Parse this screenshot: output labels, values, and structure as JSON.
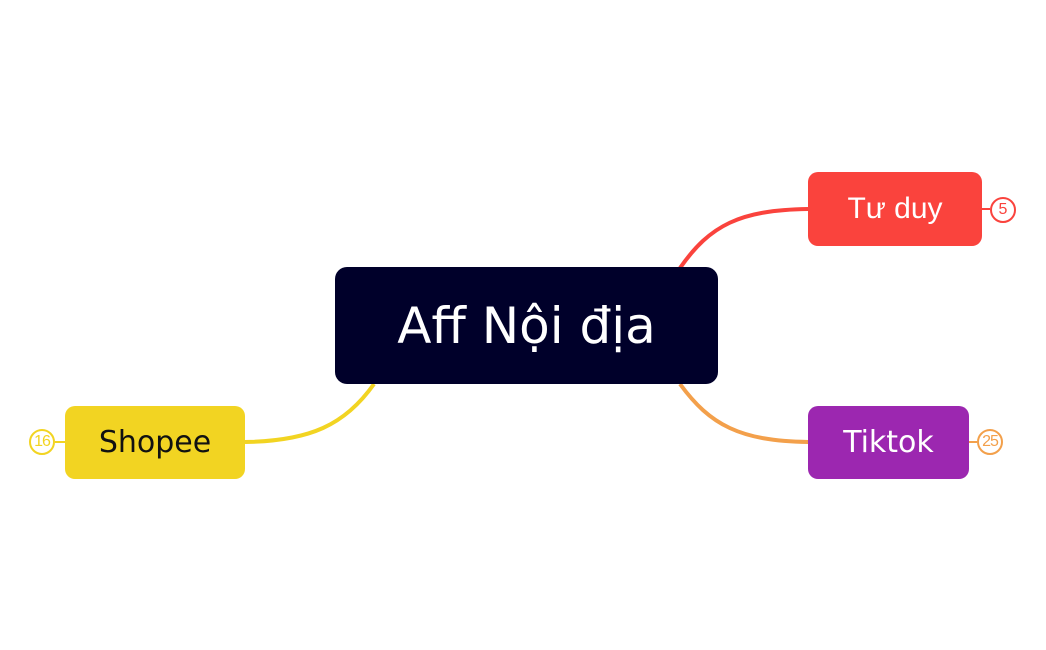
{
  "mindmap": {
    "central": {
      "label": "Aff Nội địa",
      "color": "#00002a"
    },
    "branches": [
      {
        "label": "Tư duy",
        "color": "#fa433d",
        "link_color": "#fa433d",
        "count": "5"
      },
      {
        "label": "Tiktok",
        "color": "#9c27b0",
        "link_color": "#f3a04b",
        "count": "25"
      },
      {
        "label": "Shopee",
        "color": "#f2d422",
        "link_color": "#f2d422",
        "count": "16"
      }
    ]
  }
}
